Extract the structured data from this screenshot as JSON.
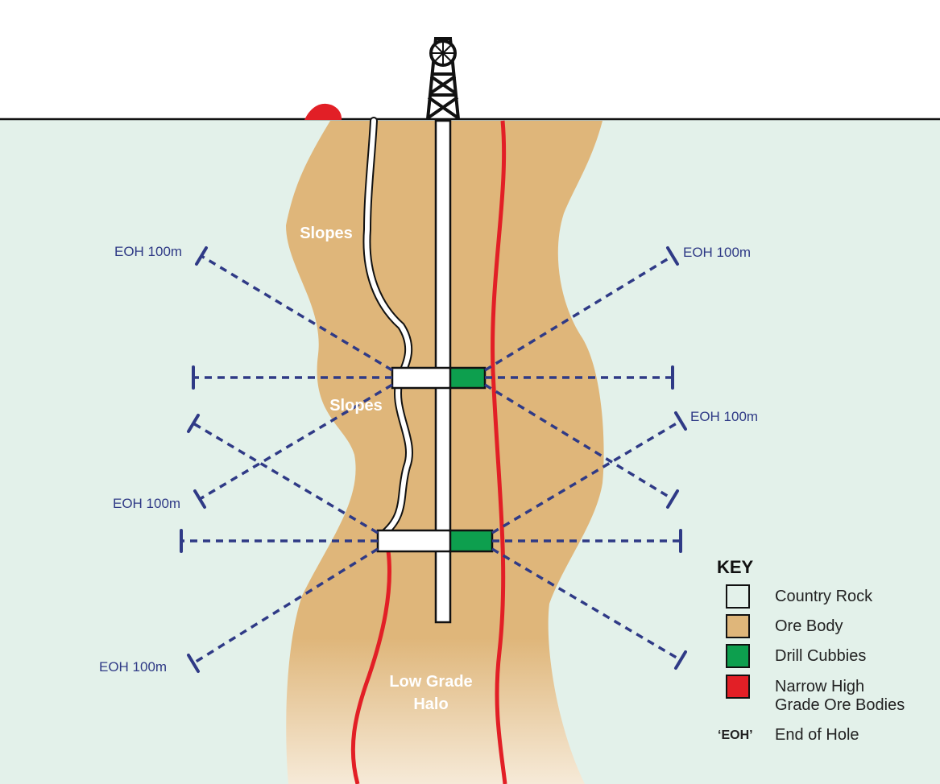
{
  "colors": {
    "sky": "#ffffff",
    "country_rock": "#e3f1ea",
    "ore_body": "#dfb67a",
    "drill_cubbies": "#0d9f4e",
    "narrow_high_grade": "#e21f26",
    "drill_lines": "#2f3a86",
    "outline": "#111111"
  },
  "labels": {
    "slopes_upper": "Slopes",
    "slopes_lower": "Slopes",
    "halo_line1": "Low Grade",
    "halo_line2": "Halo"
  },
  "eoh_labels": {
    "upper_left": "EOH 100m",
    "upper_right": "EOH 100m",
    "middle_left": "EOH 100m",
    "middle_right": "EOH 100m",
    "lower_left": "EOH 100m"
  },
  "key": {
    "title": "KEY",
    "items": [
      {
        "label": "Country Rock",
        "color": "#e3f1ea"
      },
      {
        "label": "Ore Body",
        "color": "#dfb67a"
      },
      {
        "label": "Drill Cubbies",
        "color": "#0d9f4e"
      },
      {
        "label_line1": "Narrow High",
        "label_line2": "Grade Ore Bodies",
        "color": "#e21f26"
      }
    ],
    "abbr": "‘EOH’",
    "abbr_meaning": "End of Hole"
  }
}
